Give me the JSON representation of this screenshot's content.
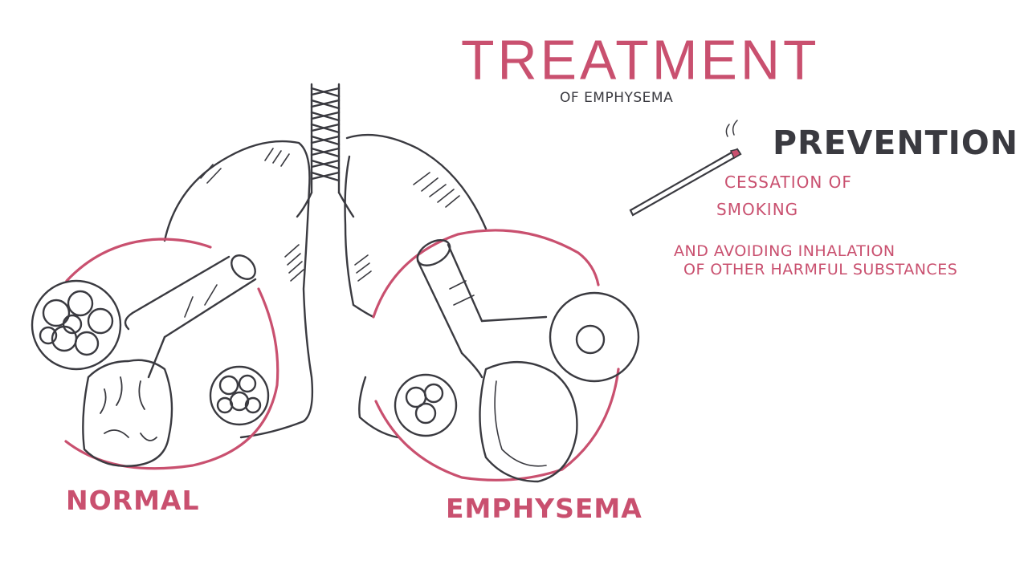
{
  "title": "TREATMENT",
  "subtitle": "OF EMPHYSEMA",
  "prevention": {
    "heading": "PREVENTION",
    "line1": "CESSATION OF",
    "line2": "SMOKING",
    "line3": "AND AVOIDING INHALATION",
    "line4": "OF OTHER HARMFUL SUBSTANCES"
  },
  "labels": {
    "normal": "NORMAL",
    "emphysema": "EMPHYSEMA"
  },
  "colors": {
    "accent_pink": "#c9506f",
    "ink": "#3a3a40",
    "background": "#ffffff"
  }
}
